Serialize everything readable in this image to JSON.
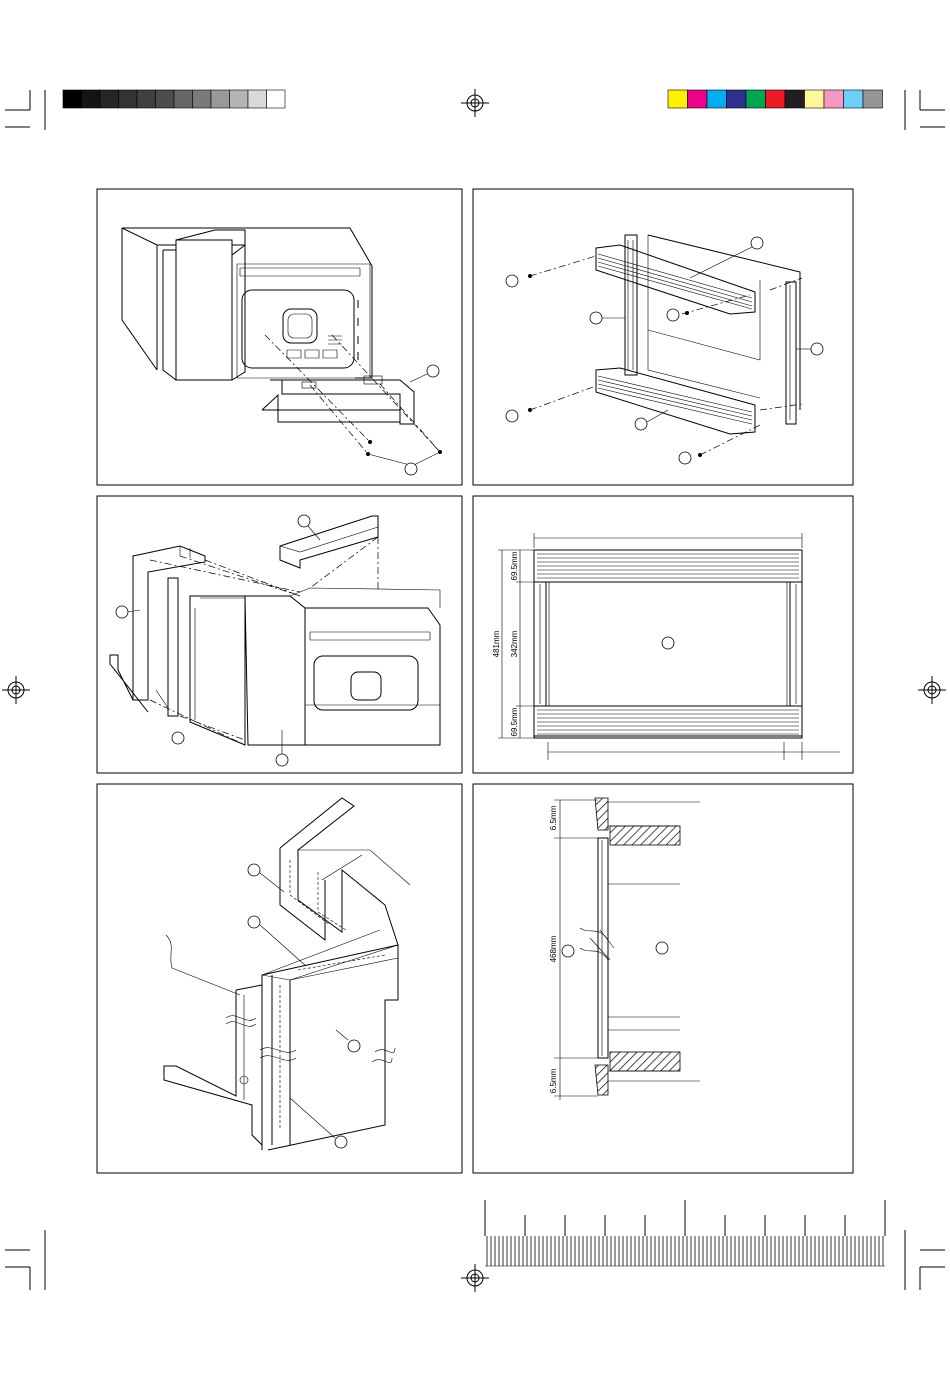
{
  "colors": {
    "grayscale_bar": [
      "#000000",
      "#141414",
      "#262626",
      "#333333",
      "#404040",
      "#4d4d4d",
      "#666666",
      "#7a7a7a",
      "#999999",
      "#b3b3b3",
      "#d9d9d9",
      "#ffffff"
    ],
    "color_bar": [
      "#fff200",
      "#ec008c",
      "#00aeef",
      "#2e3192",
      "#00a651",
      "#ed1c24",
      "#231f20",
      "#fff799",
      "#f49ac1",
      "#6dcff6",
      "#959595"
    ]
  },
  "dimensions": {
    "top_strip": "69.5mm",
    "overall_height": "481mm",
    "opening_height": "342mm",
    "bottom_strip": "69.5mm",
    "trim_top": "6.5mm",
    "section_height": "468mm",
    "trim_bottom": "6.5mm"
  }
}
